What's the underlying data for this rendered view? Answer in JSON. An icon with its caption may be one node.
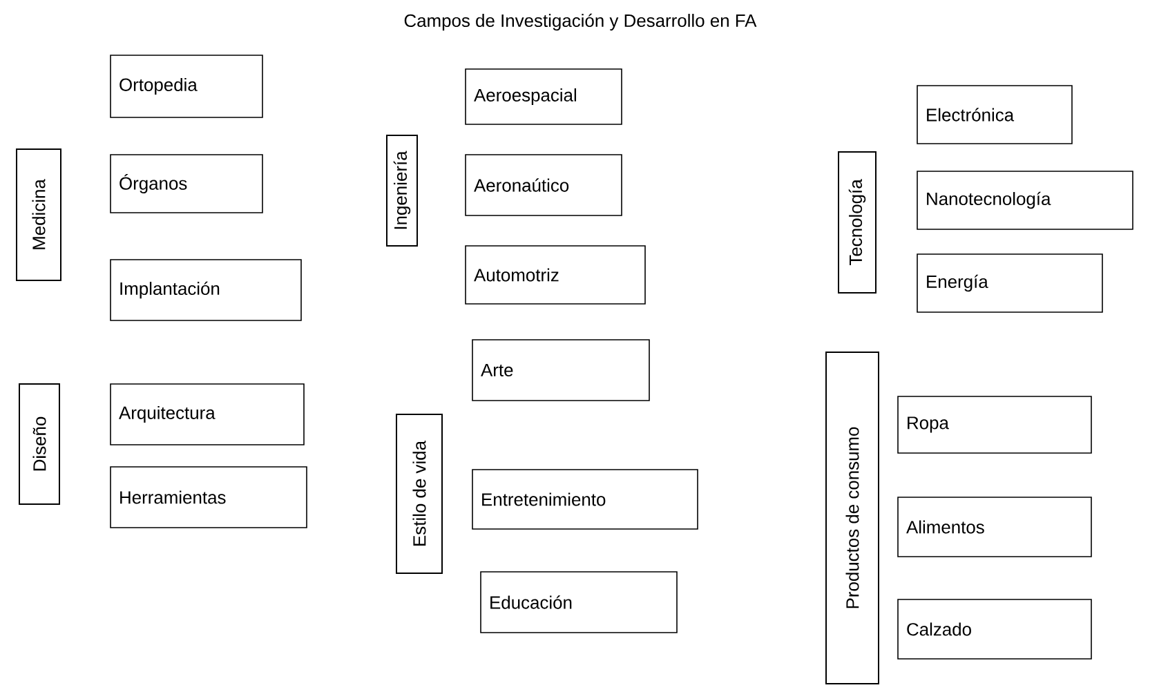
{
  "diagram": {
    "title": "Campos de Investigación y Desarrollo en FA",
    "nodes": [
      {
        "text": [
          "Medicina"
        ]
      },
      {
        "text": [
          "Ortopedia"
        ]
      },
      {
        "text": [
          "Órganos"
        ]
      },
      {
        "text": [
          "Implantación"
        ]
      },
      {
        "text": [
          "Ingeniería"
        ]
      },
      {
        "text": [
          "Aeroespacial"
        ]
      },
      {
        "text": [
          "Aeronaútico"
        ]
      },
      {
        "text": [
          "Automotriz"
        ]
      },
      {
        "text": [
          "Tecnología"
        ]
      },
      {
        "text": [
          "Electrónica"
        ]
      },
      {
        "text": [
          "Nanotecnología"
        ]
      },
      {
        "text": [
          "Energía"
        ]
      },
      {
        "text": [
          "Diseño"
        ]
      },
      {
        "text": [
          "Arquitectura"
        ]
      },
      {
        "text": [
          "Herramientas"
        ]
      },
      {
        "text": [
          "Estilo de vida"
        ]
      },
      {
        "text": [
          "Arte"
        ]
      },
      {
        "text": [
          "Entretenimiento"
        ]
      },
      {
        "text": [
          "Educación"
        ]
      },
      {
        "text": [
          "Productos de consumo"
        ]
      },
      {
        "text": [
          "Ropa"
        ]
      },
      {
        "text": [
          "Alimentos"
        ]
      },
      {
        "text": [
          "Calzado"
        ]
      }
    ]
  }
}
